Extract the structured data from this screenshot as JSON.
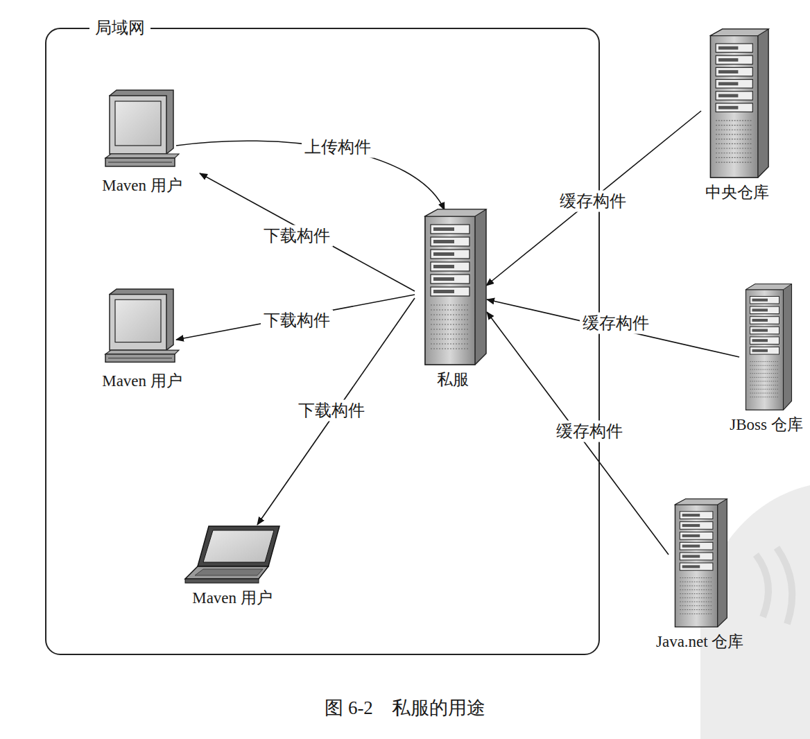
{
  "diagram": {
    "caption": "图 6-2　私服的用途",
    "nodes": [
      {
        "text": [
          "局域网"
        ]
      },
      {
        "text": [
          "Maven 用户"
        ],
        "in": 0
      },
      {
        "text": [
          "Maven 用户"
        ],
        "in": 0
      },
      {
        "text": [
          "私服"
        ],
        "in": 0
      },
      {
        "text": [
          "Maven 用户"
        ],
        "in": 0
      },
      {
        "text": [
          "中央仓库"
        ]
      },
      {
        "text": [
          "JBoss 仓库"
        ]
      },
      {
        "text": [
          "Java.net 仓库"
        ]
      }
    ],
    "edges": [
      {
        "from": 1,
        "to": 3,
        "label": "上传构件",
        "arrow": "to"
      },
      {
        "from": 3,
        "to": 1,
        "label": "下载构件",
        "arrow": "to"
      },
      {
        "from": 3,
        "to": 2,
        "label": "下载构件",
        "arrow": "to"
      },
      {
        "from": 3,
        "to": 4,
        "label": "下载构件",
        "arrow": "to"
      },
      {
        "from": 5,
        "to": 3,
        "label": "缓存构件",
        "arrow": "to"
      },
      {
        "from": 6,
        "to": 3,
        "label": "缓存构件",
        "arrow": "to"
      },
      {
        "from": 7,
        "to": 3,
        "label": "缓存构件",
        "arrow": "to"
      }
    ]
  }
}
